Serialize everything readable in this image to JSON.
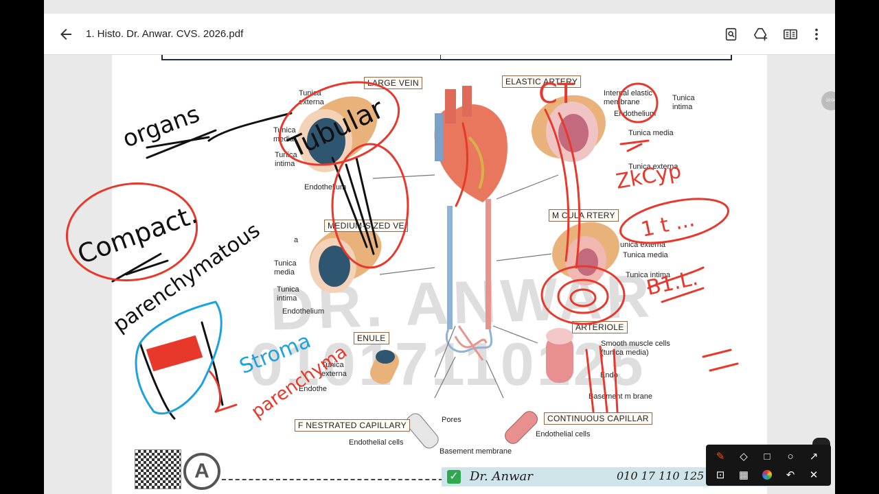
{
  "window": {
    "title": "1. Histo. Dr. Anwar. CVS. 2026.pdf"
  },
  "toolbar_icons": [
    "back-arrow-icon",
    "search-in-doc-icon",
    "drive-add-icon",
    "reading-mode-icon",
    "more-vert-icon"
  ],
  "figure": {
    "headings": {
      "large_vein": "LARGE VEIN",
      "elastic_artery": "ELASTIC ARTERY",
      "medium_vein": "MEDIUM-SIZED VE",
      "muscular_artery": "M     CULA    RTERY",
      "venule": "ENULE",
      "arteriole": "ARTERIOLE",
      "fenestrated_capillary": "F   NESTRATED CAPILLARY",
      "continuous_capillary": "CONTINUOUS CAPILLAR"
    },
    "labels": {
      "lv_externa": "Tunica\nexterna",
      "lv_media": "Tunica\nmedia",
      "lv_intima": "Tunica\nintima",
      "lv_endo": "Endothelium",
      "ea_iem": "Internal elastic\nmembrane",
      "ea_endo": "Endothelium",
      "ea_media": "Tunica media",
      "ea_externa": "Tunica externa",
      "ea_intima": "Tunica\nintima",
      "mv_a": "a",
      "mv_media": "Tunica\nmedia",
      "mv_intima": "Tunica\nintima",
      "mv_endo": "Endothelium",
      "ma_externa": "unica externa",
      "ma_media": "Tunica media",
      "ma_intima": "Tunica intima",
      "ar_smooth": "Smooth muscle cells\n(tunica media)",
      "ar_endo": "Endo",
      "ar_base": "Basement m   brane",
      "ven_externa": "Tunica\nexterna",
      "ven_endo": "Endothe",
      "fc_pores": "Pores",
      "fc_endo": "Endothelial cells",
      "fc_base": "Basement membrane",
      "cc_endo": "Endothelial cells"
    }
  },
  "footer": {
    "brand": "Dr. Anwar",
    "phone": "010 17 110 125"
  },
  "handwriting": {
    "organs": "organs",
    "compact": "Compact.",
    "parenchymatous": "parenchymatous",
    "tubular": "Tubular",
    "stroma": "Stroma",
    "parenchyma": "parenchyma",
    "ct": "CT",
    "zk": "ZkCyp",
    "layers": "1 t ...",
    "b": "B1.L.",
    "watermark": "DR. ANWAR",
    "watermark2": "01017110125"
  },
  "colors": {
    "ink_red": "#e8382b",
    "ink_black": "#111111",
    "ink_blue": "#1aa3e0",
    "brand_bar": "#cfe5ea"
  }
}
